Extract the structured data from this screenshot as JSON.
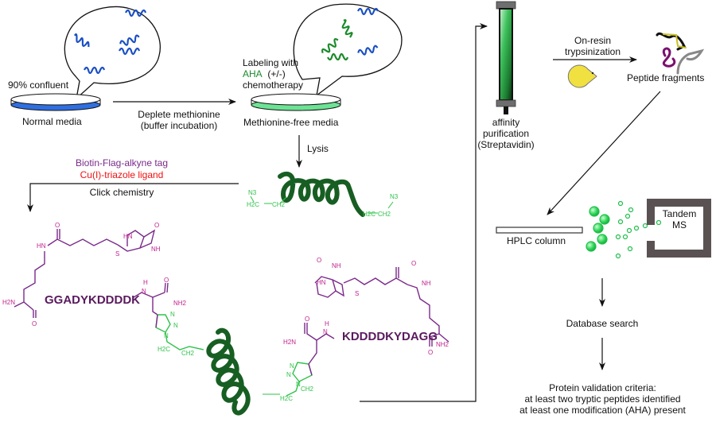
{
  "colors": {
    "protein_blue": "#1a4fc4",
    "aha_green": "#1a8a2a",
    "chem_green": "#2fc24a",
    "dark_helix": "#175e22",
    "purple": "#7a2a8a",
    "magenta": "#c0228c",
    "red": "#ee1111",
    "ms_gray": "#5a5252",
    "pacman_yellow": "#f0e040"
  },
  "step1": {
    "annotation": "90% confluent",
    "dish_label": "Normal media"
  },
  "arrow1": {
    "line1": "Deplete methionine",
    "line2": "(buffer incubation)"
  },
  "step2": {
    "annotation_line1": "Labeling with",
    "annotation_aha": "AHA",
    "annotation_pm": "(+/-)",
    "annotation_line3": "chemotherapy",
    "dish_label": "Methionine-free media"
  },
  "lysis": {
    "label": "Lysis"
  },
  "click": {
    "reagent1": "Biotin-Flag-alkyne tag",
    "reagent2": "Cu(I)-triazole ligand",
    "label": "Click chemistry"
  },
  "azide_chem": {
    "n3": "N3",
    "h2c": "H2C",
    "ch2": "CH2"
  },
  "conjugate": {
    "peptide_left": "GGADYKDDDDK",
    "peptide_right": "KDDDDKYDAGG",
    "atoms": {
      "o": "O",
      "hn": "HN",
      "nh": "NH",
      "s": "S",
      "h2n": "H2N",
      "nh2": "NH2",
      "n": "N",
      "h": "H"
    }
  },
  "purification": {
    "line1": "affinity",
    "line2": "purification",
    "line3": "(Streptavidin)"
  },
  "trypsin": {
    "line1": "On-resin",
    "line2": "trypsinization"
  },
  "fragments": {
    "label": "Peptide fragments"
  },
  "hplc": {
    "label": "HPLC column"
  },
  "ms": {
    "line1": "Tandem",
    "line2": "MS"
  },
  "database": {
    "label": "Database search"
  },
  "validation": {
    "title": "Protein validation criteria:",
    "criterion1": "at least two tryptic peptides identified",
    "criterion2": "at least one modification (AHA) present"
  }
}
